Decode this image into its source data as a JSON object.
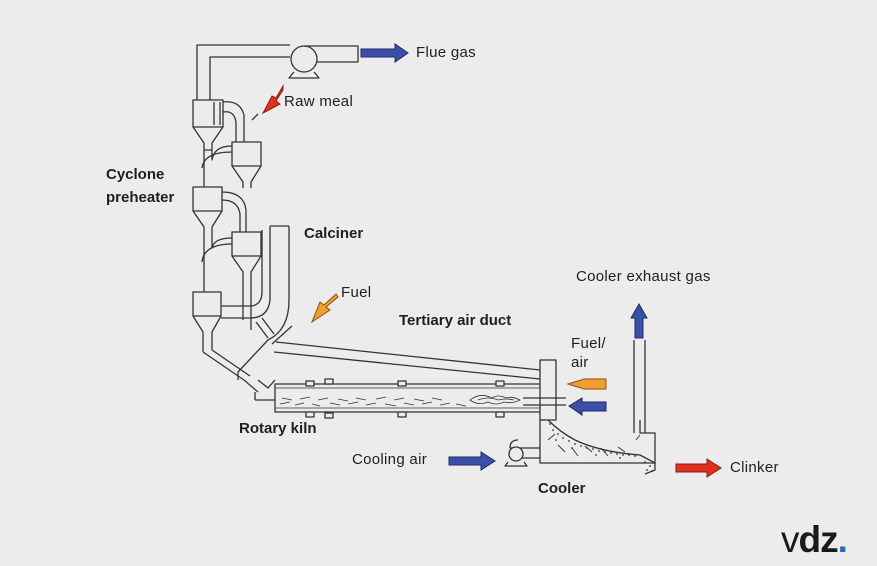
{
  "labels": {
    "flue_gas": "Flue gas",
    "raw_meal": "Raw meal",
    "cyclone_preheater_line1": "Cyclone",
    "cyclone_preheater_line2": "preheater",
    "calciner": "Calciner",
    "fuel": "Fuel",
    "tertiary_air_duct": "Tertiary air duct",
    "cooler_exhaust_gas": "Cooler exhaust gas",
    "fuel_air_line1": "Fuel/",
    "fuel_air_line2": "air",
    "rotary_kiln": "Rotary kiln",
    "cooling_air": "Cooling air",
    "cooler": "Cooler",
    "clinker": "Clinker"
  },
  "logo": {
    "v": "v",
    "dz": "dz",
    "dot": "."
  },
  "colors": {
    "blue_arrow": "#3a4fa6",
    "red_arrow": "#e03020",
    "orange_arrow": "#f0a030",
    "line": "#333333"
  }
}
